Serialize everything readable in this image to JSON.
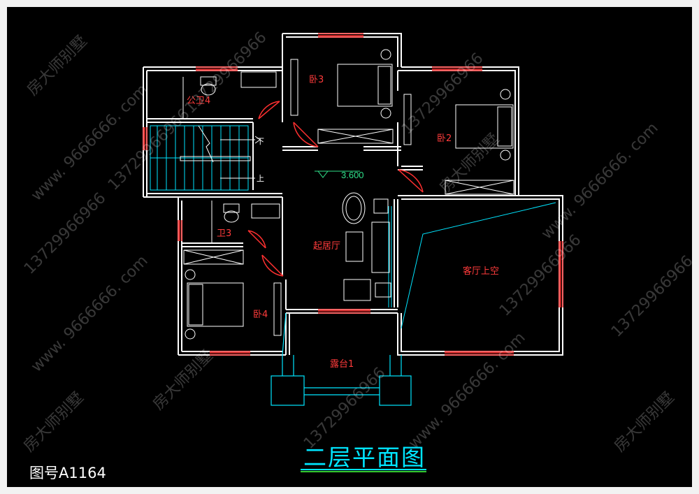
{
  "rooms": {
    "bedroom3": "卧3",
    "bedroom2": "卧2",
    "bedroom4": "卧4",
    "public_wc4": "公卫4",
    "wc3": "卫3",
    "living_room": "起居厅",
    "double_height": "客厅上空",
    "terrace": "露台1"
  },
  "stairs": {
    "down_label": "下",
    "up_label": "上"
  },
  "elevation": "3.600",
  "title": "二层平面图",
  "drawing_number": "图号A1164",
  "watermarks": {
    "phone": "13729966966",
    "brand": "房大师别墅",
    "web": "www. 9666666. com"
  },
  "colors": {
    "wall": "#ffffff",
    "window": "#ff3030",
    "furniture": "#ffffff",
    "stair": "#00e5ff",
    "label": "#ff3b3b",
    "title": "#00e5ff"
  }
}
